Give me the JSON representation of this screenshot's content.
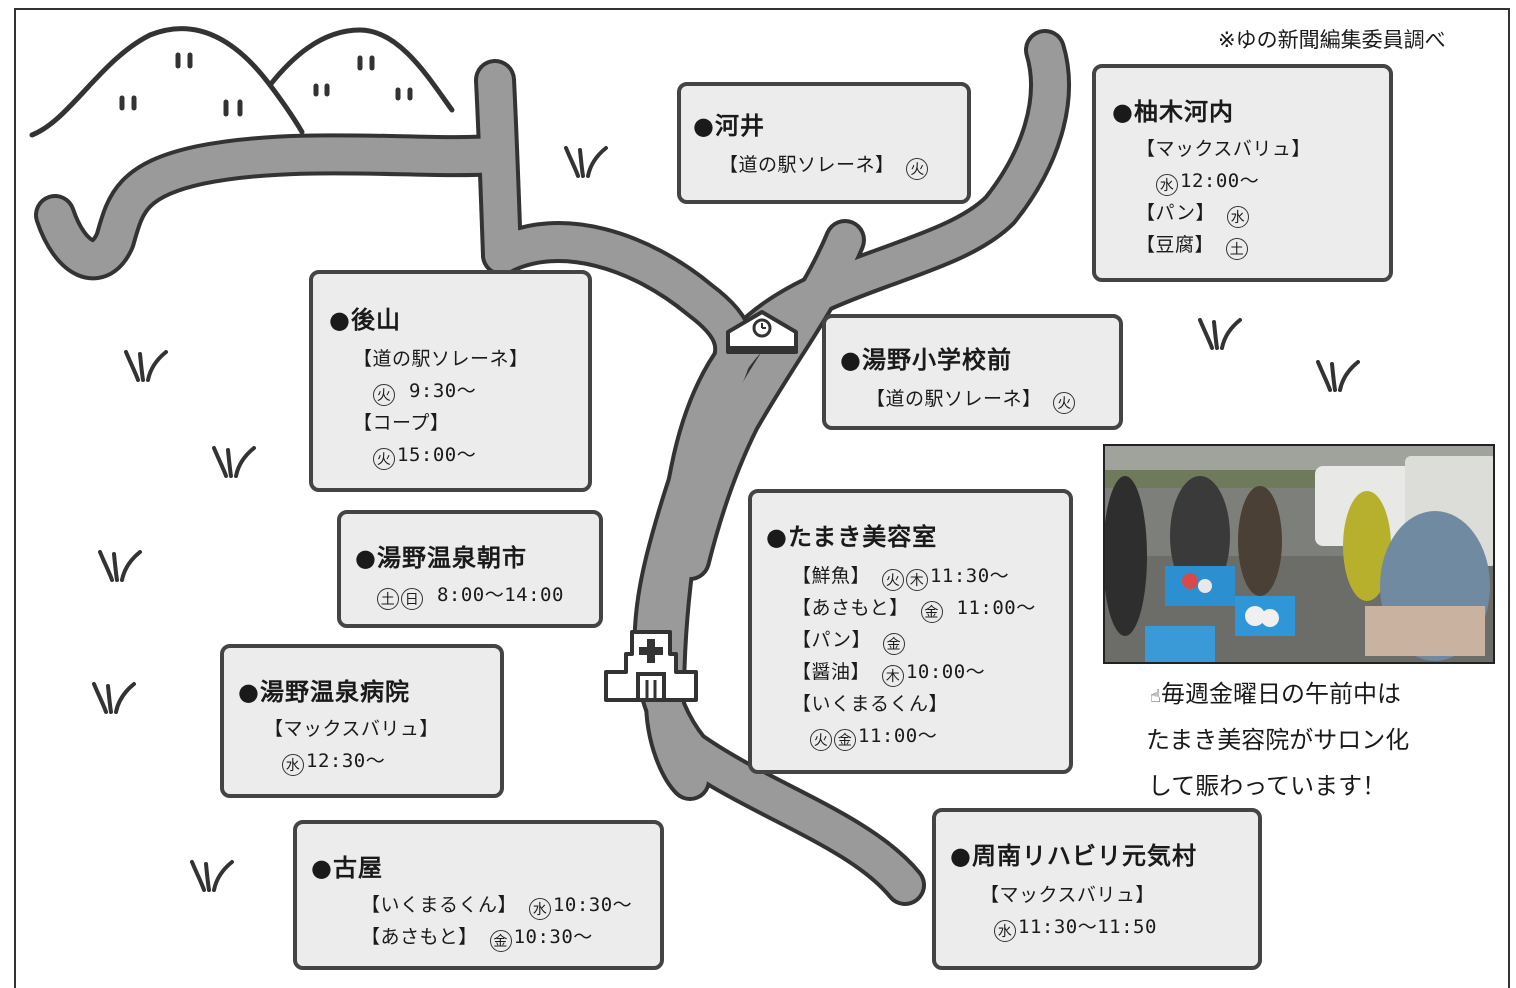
{
  "source_note": "※ゆの新聞編集委員調べ",
  "caption": {
    "icon": "hand-pointer-icon",
    "line1": "毎週金曜日の午前中は",
    "line2": "たまき美容院がサロン化",
    "line3": "して賑わっています！"
  },
  "photo": {
    "description_icon": "photo-market-scene"
  },
  "stops": {
    "kawai": {
      "name": "●河井",
      "l1": {
        "text": "【道の駅ソレーネ】",
        "days": [
          "火"
        ],
        "time": ""
      }
    },
    "yunokiko": {
      "name": "●柚木河内",
      "l1": {
        "text": "【マックスバリュ】",
        "days": [],
        "time": ""
      },
      "l2": {
        "text": "",
        "days": [
          "水"
        ],
        "time": "12:00～"
      },
      "l3": {
        "text": "【パン】",
        "days": [
          "水"
        ],
        "time": ""
      },
      "l4": {
        "text": "【豆腐】",
        "days": [
          "土"
        ],
        "time": ""
      }
    },
    "ushiroyama": {
      "name": "●後山",
      "l1": {
        "text": "【道の駅ソレーネ】",
        "days": [],
        "time": ""
      },
      "l2": {
        "text": "",
        "days": [
          "火"
        ],
        "time": " 9:30～"
      },
      "l3": {
        "text": "【コープ】",
        "days": [],
        "time": ""
      },
      "l4": {
        "text": "",
        "days": [
          "火"
        ],
        "time": "15:00～"
      }
    },
    "school": {
      "name": "●湯野小学校前",
      "l1": {
        "text": "【道の駅ソレーネ】",
        "days": [
          "火"
        ],
        "time": ""
      }
    },
    "asaichi": {
      "name": "●湯野温泉朝市",
      "l1": {
        "text": "",
        "days": [
          "土",
          "日"
        ],
        "time": " 8:00～14:00"
      }
    },
    "tamaki": {
      "name": "●たまき美容室",
      "l1": {
        "text": "【鮮魚】",
        "days": [
          "火",
          "木"
        ],
        "time": "11:30～"
      },
      "l2": {
        "text": "【あさもと】",
        "days": [
          "金"
        ],
        "time": " 11:00～"
      },
      "l3": {
        "text": "【パン】",
        "days": [
          "金"
        ],
        "time": ""
      },
      "l4": {
        "text": "【醤油】",
        "days": [
          "木"
        ],
        "time": "10:00～"
      },
      "l5": {
        "text": "【いくまるくん】",
        "days": [],
        "time": ""
      },
      "l6": {
        "text": "",
        "days": [
          "火",
          "金"
        ],
        "time": "11:00～"
      }
    },
    "hospital": {
      "name": "●湯野温泉病院",
      "l1": {
        "text": "【マックスバリュ】",
        "days": [],
        "time": ""
      },
      "l2": {
        "text": "",
        "days": [
          "水"
        ],
        "time": "12:30～"
      }
    },
    "furuya": {
      "name": "●古屋",
      "l1": {
        "text": "【いくまるくん】",
        "days": [
          "水"
        ],
        "time": "10:30～"
      },
      "l2": {
        "text": "【あさもと】",
        "days": [
          "金"
        ],
        "time": "10:30～"
      }
    },
    "rehab": {
      "name": "●周南リハビリ元気村",
      "l1": {
        "text": "【マックスバリュ】",
        "days": [],
        "time": ""
      },
      "l2": {
        "text": "",
        "days": [
          "水"
        ],
        "time": "11:30～11:50"
      }
    }
  },
  "colors": {
    "road_fill": "#9a9a9a",
    "road_edge": "#333333",
    "box_fill": "#ececec",
    "box_border": "#444444"
  }
}
